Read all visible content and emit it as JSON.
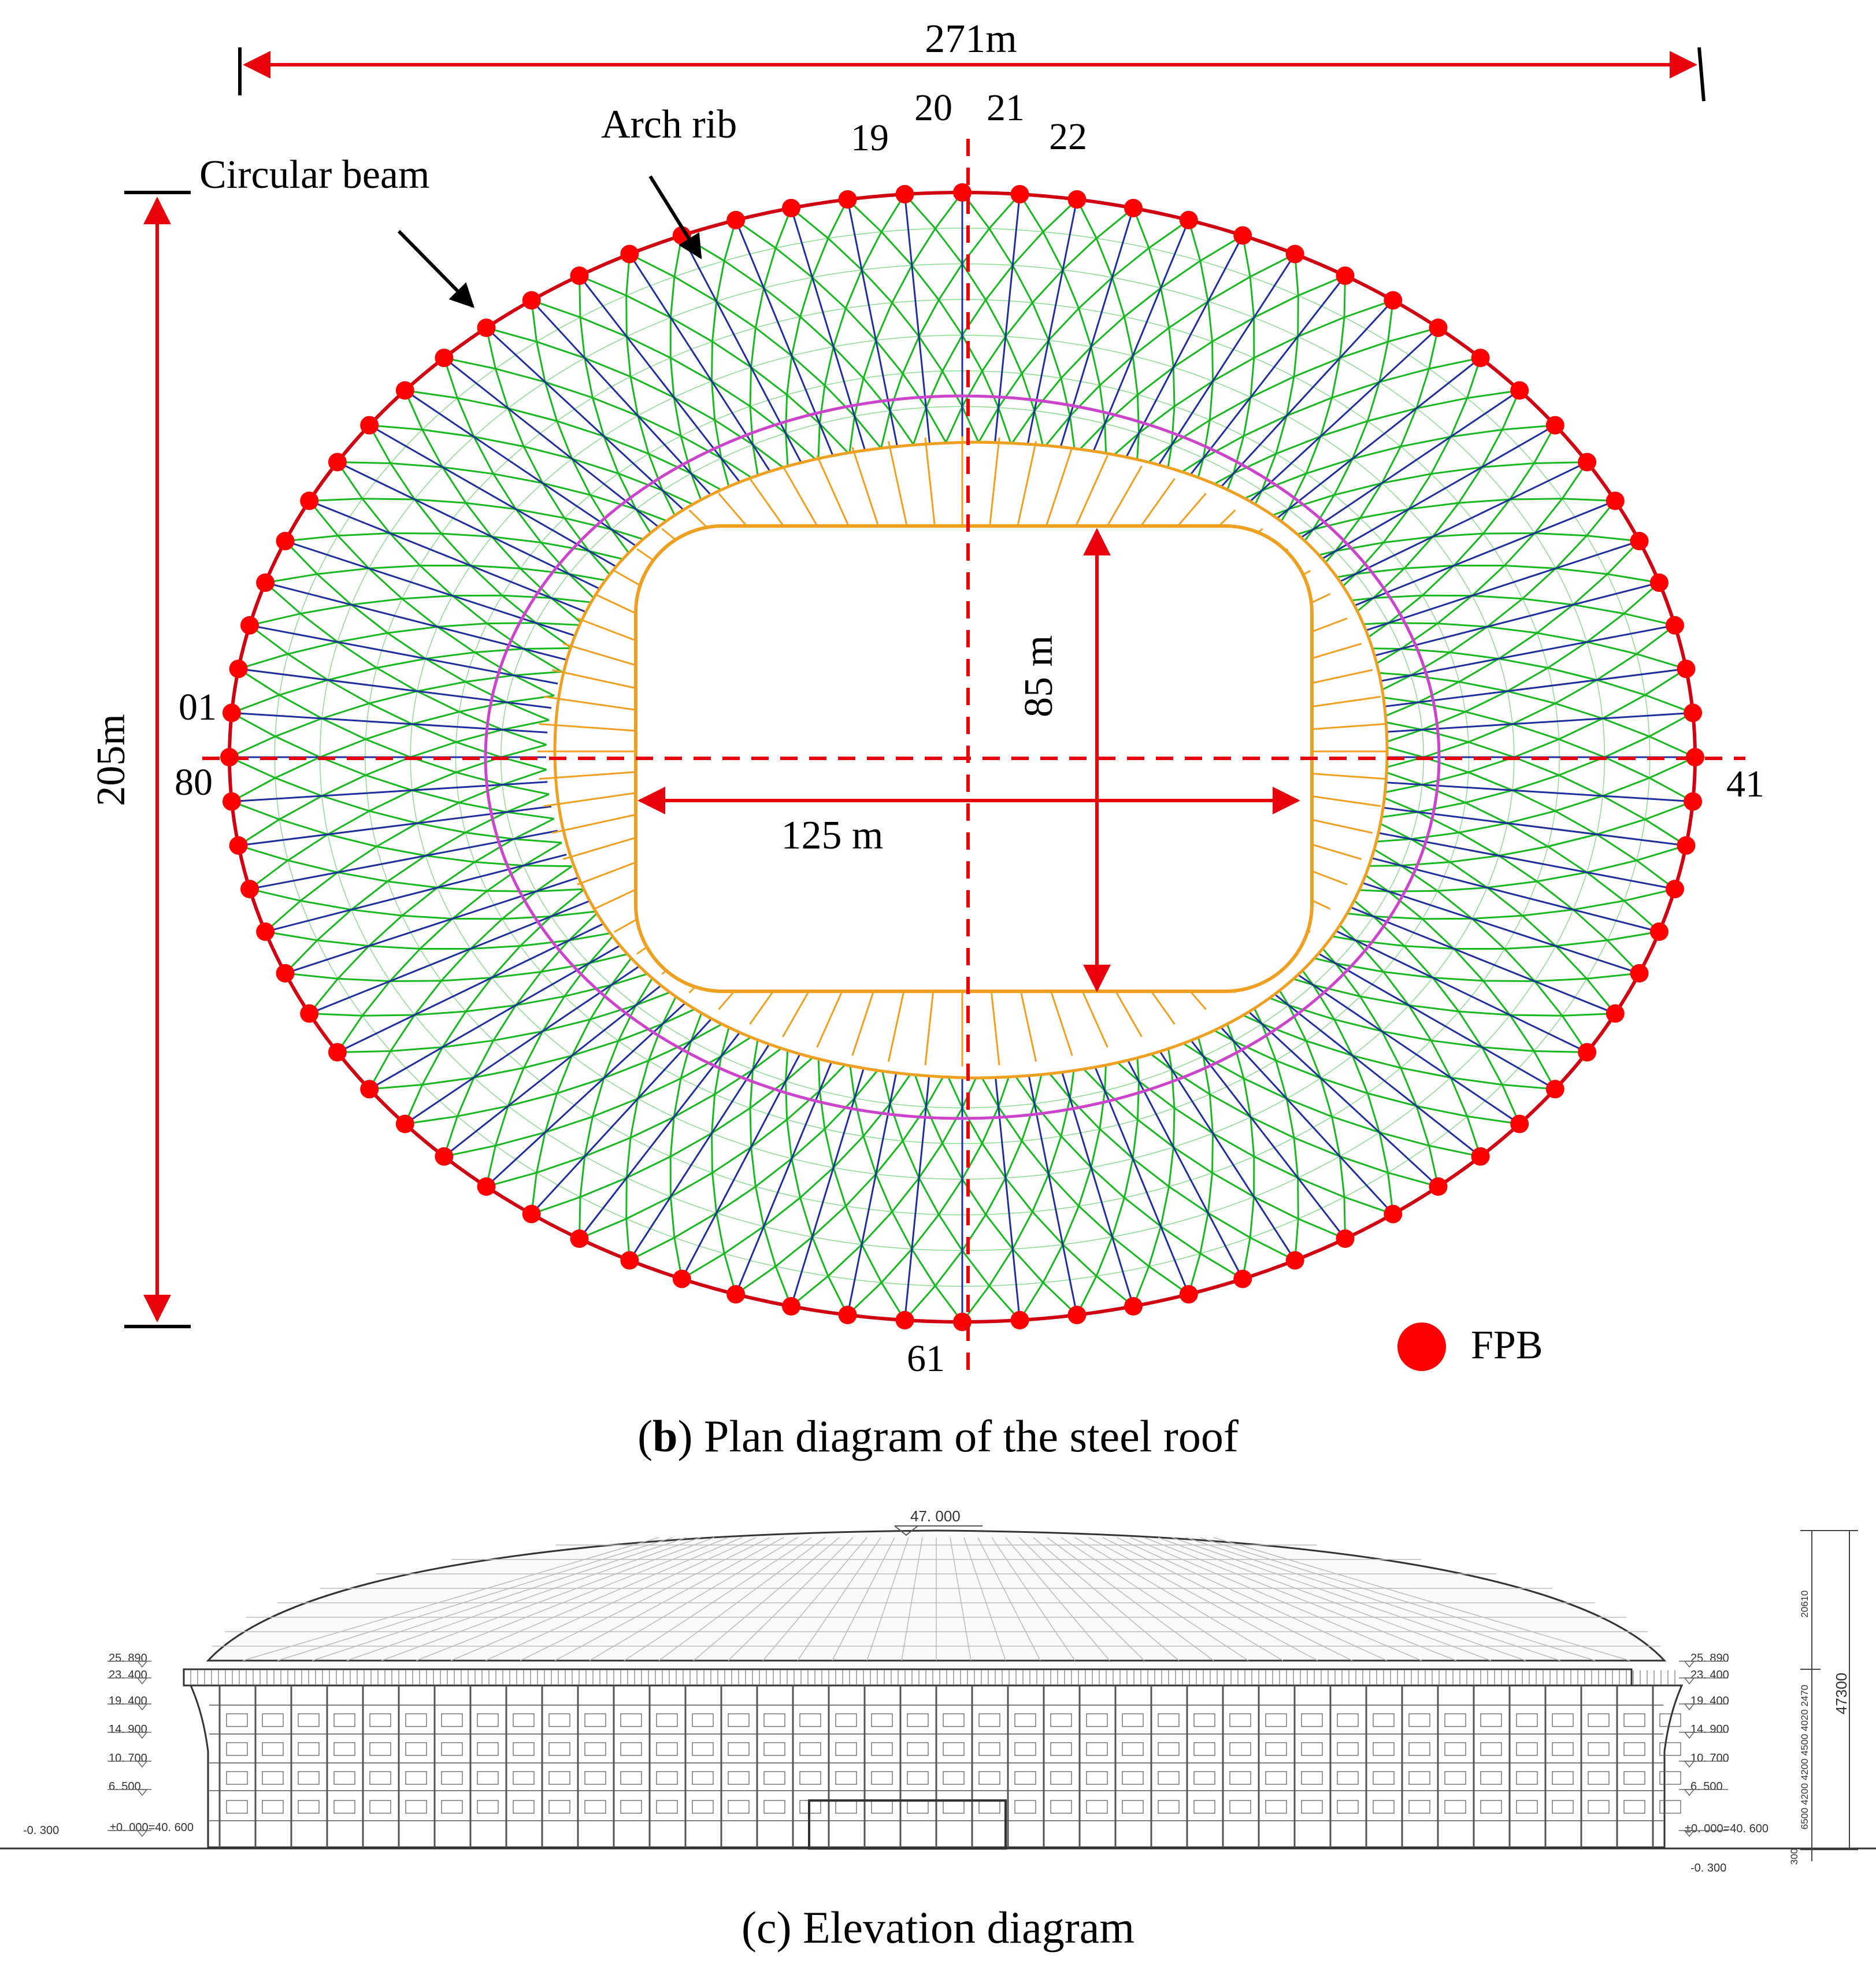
{
  "plan": {
    "overall_width": "271m",
    "overall_depth": "205m",
    "opening_width": "125 m",
    "opening_depth": "85 m",
    "label_circular_beam": "Circular beam",
    "label_arch_rib": "Arch rib",
    "axis_numbers": {
      "n19": "19",
      "n20": "20",
      "n21": "21",
      "n22": "22",
      "n01": "01",
      "n80": "80",
      "n41": "41",
      "n61": "61"
    },
    "legend_label": "FPB",
    "bearing_count": 80,
    "colors": {
      "dimension": "#e8000b",
      "bearing": "#ff0000",
      "arch_rib": "#1f2f9e",
      "lattice": "#18b820",
      "inner_ring": "#f0a020",
      "magenta_ring": "#cc44cc"
    }
  },
  "elevation": {
    "apex_level": "47. 000",
    "levels_left": [
      "25. 890",
      "23. 400",
      "19. 400",
      "14. 900",
      "10. 700",
      "6. 500"
    ],
    "ground_left": "±0. 000=40. 600",
    "below_left": "-0. 300",
    "levels_right": [
      "25. 890",
      "23. 400",
      "19. 400",
      "14. 900",
      "10. 700",
      "6. 500"
    ],
    "ground_right": "±0. 000=40. 600",
    "below_right": "-0. 300",
    "total_height": "47300",
    "segment_roof": "20610",
    "segments_stack": "6500 4200 4200 4500 4020 2470",
    "segment_base": "300"
  },
  "captions": {
    "b_letter": "b",
    "b_text": ") Plan diagram of the steel roof",
    "c_letter": "c",
    "c_text": ") Elevation diagram"
  }
}
